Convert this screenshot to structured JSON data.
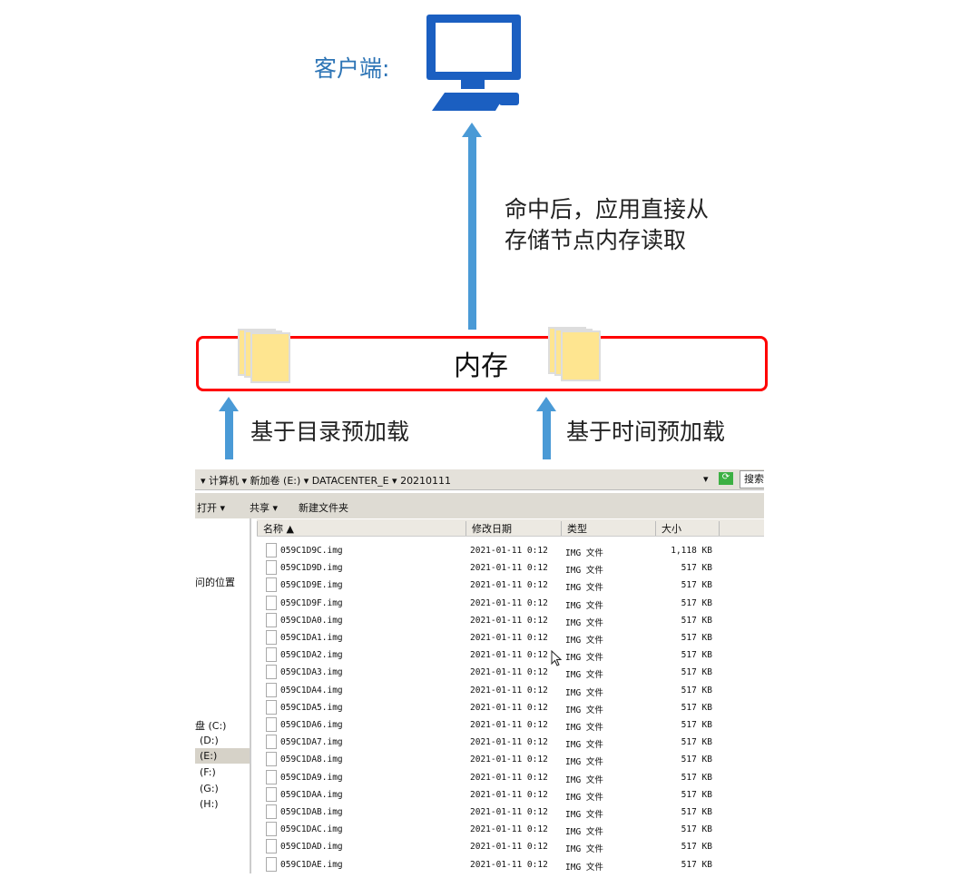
{
  "client_label": "客户端:",
  "hit_text": [
    "命中后，应用直接从",
    "存储节点内存读取"
  ],
  "memory_label": "内存",
  "preload_dir": "基于目录预加载",
  "preload_time": "基于时间预加载",
  "explorer": {
    "breadcrumb": "▾ 计算机 ▾ 新加卷 (E:) ▾ DATACENTER_E ▾ 20210111",
    "search_label": "搜索",
    "toolbar": [
      "打开 ▾",
      "共享 ▾",
      "新建文件夹"
    ],
    "sidebar": [
      "问的位置",
      "盘 (C:)",
      "(D:)",
      "(E:)",
      "(F:)",
      "(G:)",
      "(H:)"
    ],
    "columns": [
      "名称 ▲",
      "修改日期",
      "类型",
      "大小"
    ],
    "files": [
      [
        "059C1D9C.img",
        "2021-01-11 0:12",
        "IMG 文件",
        "1,118 KB"
      ],
      [
        "059C1D9D.img",
        "2021-01-11 0:12",
        "IMG 文件",
        "517 KB"
      ],
      [
        "059C1D9E.img",
        "2021-01-11 0:12",
        "IMG 文件",
        "517 KB"
      ],
      [
        "059C1D9F.img",
        "2021-01-11 0:12",
        "IMG 文件",
        "517 KB"
      ],
      [
        "059C1DA0.img",
        "2021-01-11 0:12",
        "IMG 文件",
        "517 KB"
      ],
      [
        "059C1DA1.img",
        "2021-01-11 0:12",
        "IMG 文件",
        "517 KB"
      ],
      [
        "059C1DA2.img",
        "2021-01-11 0:12",
        "IMG 文件",
        "517 KB"
      ],
      [
        "059C1DA3.img",
        "2021-01-11 0:12",
        "IMG 文件",
        "517 KB"
      ],
      [
        "059C1DA4.img",
        "2021-01-11 0:12",
        "IMG 文件",
        "517 KB"
      ],
      [
        "059C1DA5.img",
        "2021-01-11 0:12",
        "IMG 文件",
        "517 KB"
      ],
      [
        "059C1DA6.img",
        "2021-01-11 0:12",
        "IMG 文件",
        "517 KB"
      ],
      [
        "059C1DA7.img",
        "2021-01-11 0:12",
        "IMG 文件",
        "517 KB"
      ],
      [
        "059C1DA8.img",
        "2021-01-11 0:12",
        "IMG 文件",
        "517 KB"
      ],
      [
        "059C1DA9.img",
        "2021-01-11 0:12",
        "IMG 文件",
        "517 KB"
      ],
      [
        "059C1DAA.img",
        "2021-01-11 0:12",
        "IMG 文件",
        "517 KB"
      ],
      [
        "059C1DAB.img",
        "2021-01-11 0:12",
        "IMG 文件",
        "517 KB"
      ],
      [
        "059C1DAC.img",
        "2021-01-11 0:12",
        "IMG 文件",
        "517 KB"
      ],
      [
        "059C1DAD.img",
        "2021-01-11 0:12",
        "IMG 文件",
        "517 KB"
      ],
      [
        "059C1DAE.img",
        "2021-01-11 0:12",
        "IMG 文件",
        "517 KB"
      ]
    ]
  }
}
